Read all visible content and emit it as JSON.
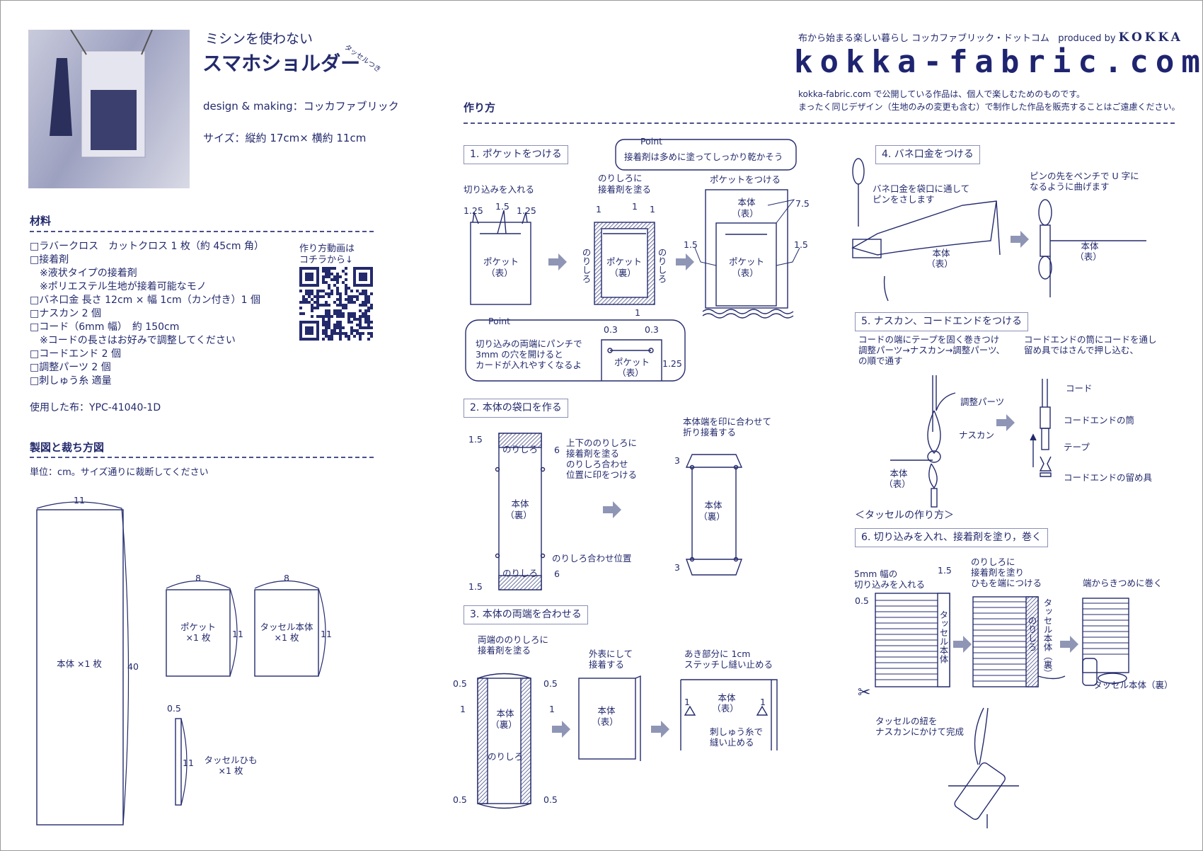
{
  "header": {
    "subtitle": "ミシンを使わない",
    "title": "スマホショルダー",
    "tag": "タッセルつき",
    "design": "design & making：コッカファブリック",
    "size": "サイズ：縦約 17cm× 横約 11cm"
  },
  "brand": {
    "tagline": "布から始まる楽しい暮らし コッカファブリック・ドットコム",
    "produced_by": "produced by",
    "kokka": "KOKKA",
    "logo": "kokka-fabric.com",
    "notice1": "kokka-fabric.com で公開している作品は、個人で楽しむためのものです。",
    "notice2": "まったく同じデザイン（生地のみの変更も含む）で制作した作品を販売することはご遠慮ください。"
  },
  "materials": {
    "title": "材料",
    "items": [
      "□ラバークロス　カットクロス 1 枚（約 45cm 角）",
      "□接着剤",
      "　※液状タイプの接着剤",
      "　※ポリエステル生地が接着可能なモノ",
      "□バネ口金 長さ 12cm × 幅 1cm（カン付き）1 個",
      "□ナスカン 2 個",
      "□コード（6mm 幅）　約 150cm",
      "　※コードの長さはお好みで調整してください",
      "□コードエンド 2 個",
      "□調整パーツ 2 個",
      "□刺しゅう糸 適量"
    ],
    "qr_label1": "作り方動画は",
    "qr_label2": "コチラから↓",
    "fabric": "使用した布：YPC-41040-1D"
  },
  "pattern": {
    "title": "製図と裁ち方図",
    "unit": "単位：cm。サイズ通りに裁断してください",
    "body": {
      "label": "本体 ×1 枚",
      "w": "11",
      "h": "40"
    },
    "pocket": {
      "label": "ポケット",
      "count": "×1 枚",
      "w": "8",
      "h": "11"
    },
    "tassel": {
      "label": "タッセル本体",
      "count": "×1 枚",
      "w": "8",
      "h": "11"
    },
    "string": {
      "label": "タッセルひも",
      "count": "×1 枚",
      "w": "0.5",
      "h": "11"
    }
  },
  "howto": {
    "title": "作り方",
    "common": {
      "pocket": "ポケット",
      "front": "（表）",
      "back": "（裏）",
      "body": "本体",
      "norishiro": "のりしろ",
      "point": "Point"
    },
    "step1": {
      "title": "1. ポケットをつける",
      "point": "接着剤は多めに塗ってしっかり乾かそう",
      "cut": "切り込みを入れる",
      "glue1": "のりしろに",
      "glue2": "接着剤を塗る",
      "attach": "ポケットをつける",
      "d125": "1.25",
      "d15": "1.5",
      "d1": "1",
      "d75": "7.5",
      "d03": "0.3",
      "tip1": "切り込みの両端にパンチで",
      "tip2": "3mm の穴を開けると",
      "tip3": "カードが入れやすくなるよ"
    },
    "step2": {
      "title": "2. 本体の袋口を作る",
      "n1": "上下ののりしろに",
      "n2": "接着剤を塗る",
      "n3": "のりしろ合わせ",
      "n4": "位置に印をつける",
      "pos": "のりしろ合わせ位置",
      "fold1": "本体端を印に合わせて",
      "fold2": "折り接着する",
      "d15": "1.5",
      "d6": "6",
      "d3": "3"
    },
    "step3": {
      "title": "3. 本体の両端を合わせる",
      "a1": "両端ののりしろに",
      "a2": "接着剤を塗る",
      "b1": "外表にして",
      "b2": "接着する",
      "c1": "あき部分に 1cm",
      "c2": "ステッチし縫い止める",
      "e1": "刺しゅう糸で",
      "e2": "縫い止める",
      "d05": "0.5",
      "d1": "1"
    },
    "step4": {
      "title": "4. バネ口金をつける",
      "a1": "バネ口金を袋口に通して",
      "a2": "ピンをさします",
      "b1": "ピンの先をペンチで U 字に",
      "b2": "なるように曲げます"
    },
    "step5": {
      "title": "5. ナスカン、コードエンドをつける",
      "a1": "コードの端にテープを固く巻きつけ",
      "a2": "調整パーツ→ナスカン→調整パーツ、",
      "a3": "の順で通す",
      "b1": "コードエンドの筒にコードを通し",
      "b2": "留め具ではさんで押し込む、",
      "adjuster": "調整パーツ",
      "nascan": "ナスカン",
      "cord": "コード",
      "tube": "コードエンドの筒",
      "tape": "テープ",
      "clip": "コードエンドの留め具"
    },
    "tassel_heading": "＜タッセルの作り方＞",
    "step6": {
      "title": "6. 切り込みを入れ、接着剤を塗り，巻く",
      "a1": "5mm 幅の",
      "a2": "切り込みを入れる",
      "b1": "のりしろに",
      "b2": "接着剤を塗り",
      "b3": "ひもを端につける",
      "c1": "端からきつめに巻く",
      "tassel_body": "タッセル本体",
      "tassel_back": "タッセル本体（裏）",
      "d15": "1.5",
      "d05": "0.5",
      "f1": "タッセルの紐を",
      "f2": "ナスカンにかけて完成"
    }
  },
  "colors": {
    "navy": "#232a6c",
    "arrow": "#8f95b5",
    "box": "#8c90b8"
  }
}
